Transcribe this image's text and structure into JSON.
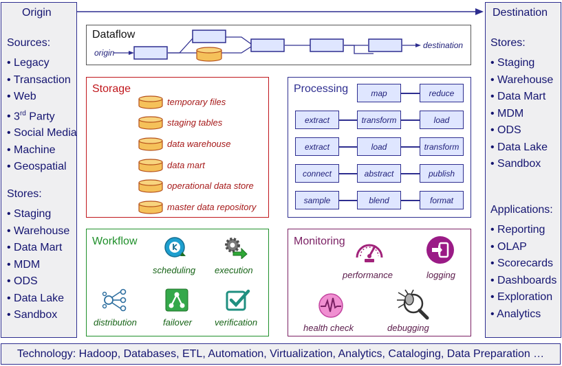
{
  "origin": {
    "title": "Origin",
    "sources_heading": "Sources:",
    "sources": [
      "Legacy",
      "Transaction",
      "Web",
      "3rd Party",
      "Social Media",
      "Machine",
      "Geospatial"
    ],
    "stores_heading": "Stores:",
    "stores": [
      "Staging",
      "Warehouse",
      "Data Mart",
      "MDM",
      "ODS",
      "Data Lake",
      "Sandbox"
    ]
  },
  "destination": {
    "title": "Destination",
    "stores_heading": "Stores:",
    "stores": [
      "Staging",
      "Warehouse",
      "Data Mart",
      "MDM",
      "ODS",
      "Data Lake",
      "Sandbox"
    ],
    "applications_heading": "Applications:",
    "applications": [
      "Reporting",
      "OLAP",
      "Scorecards",
      "Dashboards",
      "Exploration",
      "Analytics"
    ]
  },
  "dataflow": {
    "title": "Dataflow",
    "origin_label": "origin",
    "destination_label": "destination"
  },
  "storage": {
    "title": "Storage",
    "items": [
      "temporary files",
      "staging tables",
      "data warehouse",
      "data mart",
      "operational data store",
      "master data repository"
    ]
  },
  "processing": {
    "title": "Processing",
    "rows": [
      [
        "map",
        "reduce"
      ],
      [
        "extract",
        "transform",
        "load"
      ],
      [
        "extract",
        "load",
        "transform"
      ],
      [
        "connect",
        "abstract",
        "publish"
      ],
      [
        "sample",
        "blend",
        "format"
      ]
    ]
  },
  "workflow": {
    "title": "Workflow",
    "items": [
      "scheduling",
      "execution",
      "distribution",
      "failover",
      "verification"
    ]
  },
  "monitoring": {
    "title": "Monitoring",
    "items": [
      "performance",
      "logging",
      "health check",
      "debugging"
    ]
  },
  "technology": "Technology: Hadoop, Databases, ETL, Automation, Virtualization, Analytics, Cataloging, Data Preparation …",
  "colors": {
    "navy": "#2d2d8f",
    "storage_red": "#c0161b",
    "workflow_green": "#1f8f2a",
    "monitoring_purple": "#7a1f63",
    "cylinder_fill": "#f5c15a"
  },
  "icons": {
    "scheduling": "clock-refresh-icon",
    "execution": "gear-arrow-icon",
    "distribution": "network-branch-icon",
    "failover": "node-triangle-icon",
    "verification": "checkbox-icon",
    "performance": "speedometer-icon",
    "logging": "login-arrow-icon",
    "health_check": "heartbeat-icon",
    "debugging": "bug-magnifier-icon"
  }
}
